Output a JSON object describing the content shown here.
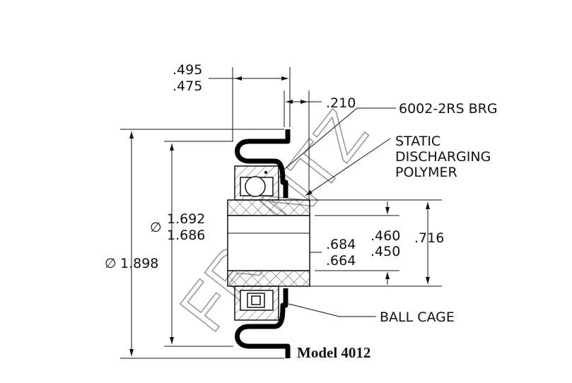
{
  "dimensions": {
    "flange_width_max": ".495",
    "flange_width_min": ".475",
    "rim_thickness": ".210",
    "outer_diameter_symbol": "∅",
    "outer_diameter": "1.898",
    "tread_diameter_symbol": "∅",
    "tread_diameter_max": "1.692",
    "tread_diameter_min": "1.686",
    "hub_length_max": ".684",
    "hub_length_min": ".664",
    "bore_max": ".460",
    "bore_min": ".450",
    "hub_diameter": ".716"
  },
  "callouts": {
    "bearing": "6002-2RS BRG",
    "polymer_line1": "STATIC",
    "polymer_line2": "DISCHARGING",
    "polymer_line3": "POLYMER",
    "cage": "BALL CAGE"
  },
  "model_label": "Model 4012",
  "watermark": "FRANTZ",
  "colors": {
    "line": "#000000",
    "watermark": "#9a9a9a"
  }
}
